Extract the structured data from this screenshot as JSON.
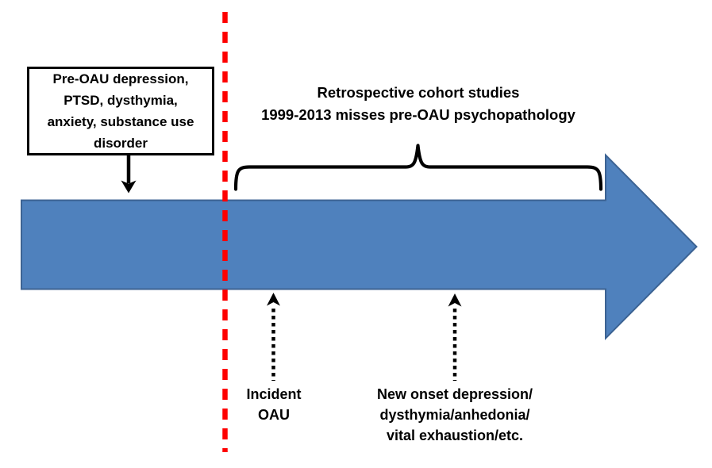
{
  "figure": {
    "pre_oau_box": {
      "text": "Pre-OAU depression,\nPTSD, dysthymia,\nanxiety, substance use\ndisorder"
    },
    "retro_heading": {
      "text": "Retrospective cohort studies\n1999-2013 misses pre-OAU psychopathology"
    },
    "incident_label": {
      "text": "Incident\nOAU"
    },
    "new_onset_label": {
      "text": "New onset depression/\ndysthymia/anhedonia/\nvital exhaustion/etc."
    }
  },
  "icons": {
    "timeline_arrow": "right-block-arrow",
    "divider": "vertical-red-dashed-line",
    "pre_oau_pointer": "down-arrow",
    "study_span": "horizontal-curly-brace",
    "incident_pointer": "up-dotted-arrow",
    "new_onset_pointer": "up-dotted-arrow"
  },
  "colors": {
    "timeline_arrow_fill": "#4f81bd",
    "timeline_arrow_border": "#3c6393",
    "divider_red": "#fe0000",
    "ink_black": "#000000"
  }
}
